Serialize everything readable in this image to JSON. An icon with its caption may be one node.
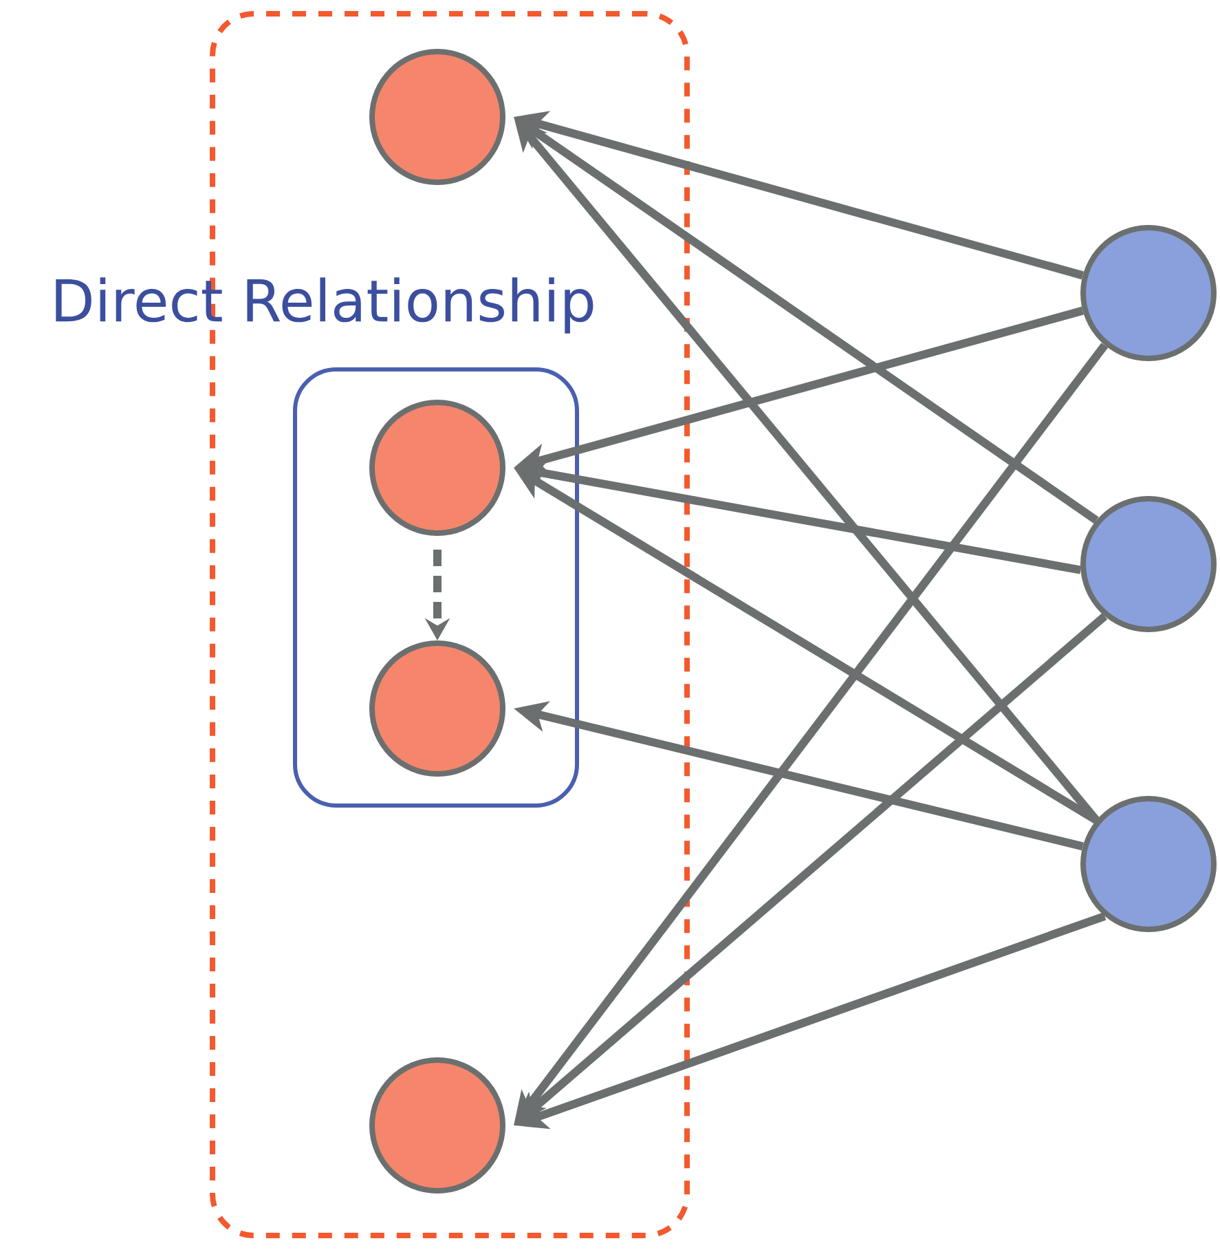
{
  "diagram": {
    "nodes": [
      {
        "text": [],
        "shape": "box"
      },
      {
        "text": [],
        "shape": "circle",
        "in": 0
      },
      {
        "text": [
          "Direct Relationship"
        ],
        "in": 0
      },
      {
        "text": [],
        "shape": "circle",
        "in": 2
      },
      {
        "text": [],
        "shape": "circle",
        "in": 2
      },
      {
        "text": [],
        "shape": "circle",
        "in": 0
      },
      {
        "text": [],
        "shape": "circle"
      },
      {
        "text": [],
        "shape": "circle"
      },
      {
        "text": [],
        "shape": "circle"
      }
    ],
    "edges": [
      {
        "from": 3,
        "to": 4,
        "arrow": "to",
        "style": "dashed"
      },
      {
        "from": 6,
        "to": 1,
        "arrow": "to"
      },
      {
        "from": 6,
        "to": 3,
        "arrow": "to"
      },
      {
        "from": 6,
        "to": 5,
        "arrow": "to"
      },
      {
        "from": 7,
        "to": 1,
        "arrow": "to"
      },
      {
        "from": 7,
        "to": 3,
        "arrow": "to"
      },
      {
        "from": 7,
        "to": 5,
        "arrow": "to"
      },
      {
        "from": 8,
        "to": 1,
        "arrow": "to"
      },
      {
        "from": 8,
        "to": 3,
        "arrow": "to"
      },
      {
        "from": 8,
        "to": 4,
        "arrow": "to"
      },
      {
        "from": 8,
        "to": 5,
        "arrow": "to"
      }
    ]
  }
}
